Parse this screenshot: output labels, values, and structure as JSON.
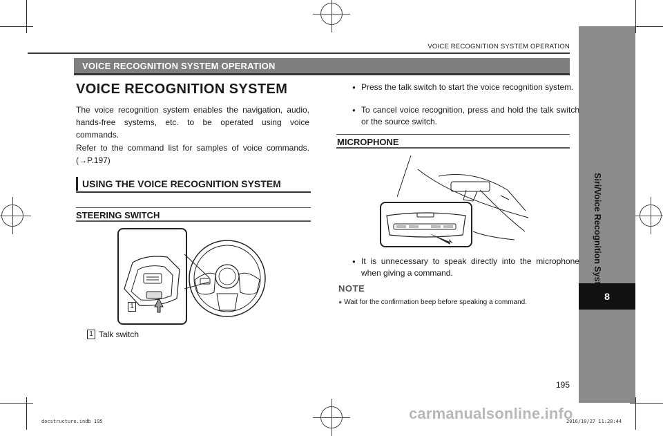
{
  "running_head": "VOICE RECOGNITION SYSTEM OPERATION",
  "section_band": "VOICE RECOGNITION SYSTEM OPERATION",
  "sidebar": {
    "title": "Siri/Voice Recognition System",
    "chapter": "8"
  },
  "left": {
    "heading": "VOICE RECOGNITION SYSTEM",
    "para1": "The voice recognition system enables the navigation, audio, hands-free systems, etc. to be operated using voice commands.",
    "para2": "Refer to the command list for samples of voice commands. (→P.197)",
    "subheading": "USING THE VOICE RECOGNITION SYSTEM",
    "steering_heading": "STEERING SWITCH",
    "callout_num": "1",
    "caption_num": "1",
    "caption_text": "Talk switch"
  },
  "right": {
    "bullets": [
      "Press the talk switch to start the voice recognition system.",
      "To cancel voice recognition, press and hold the talk switch or the source switch."
    ],
    "mic_heading": "MICROPHONE",
    "mic_bullet": "It is unnecessary to speak directly into the microphone when giving a command.",
    "note_heading": "NOTE",
    "note_text": "Wait for the confirmation beep before speaking a command."
  },
  "page_number": "195",
  "slug": {
    "left": "docstructure.indb   195",
    "right": "2016/10/27   11:28:44"
  },
  "watermark": "carmanualsonline.info"
}
